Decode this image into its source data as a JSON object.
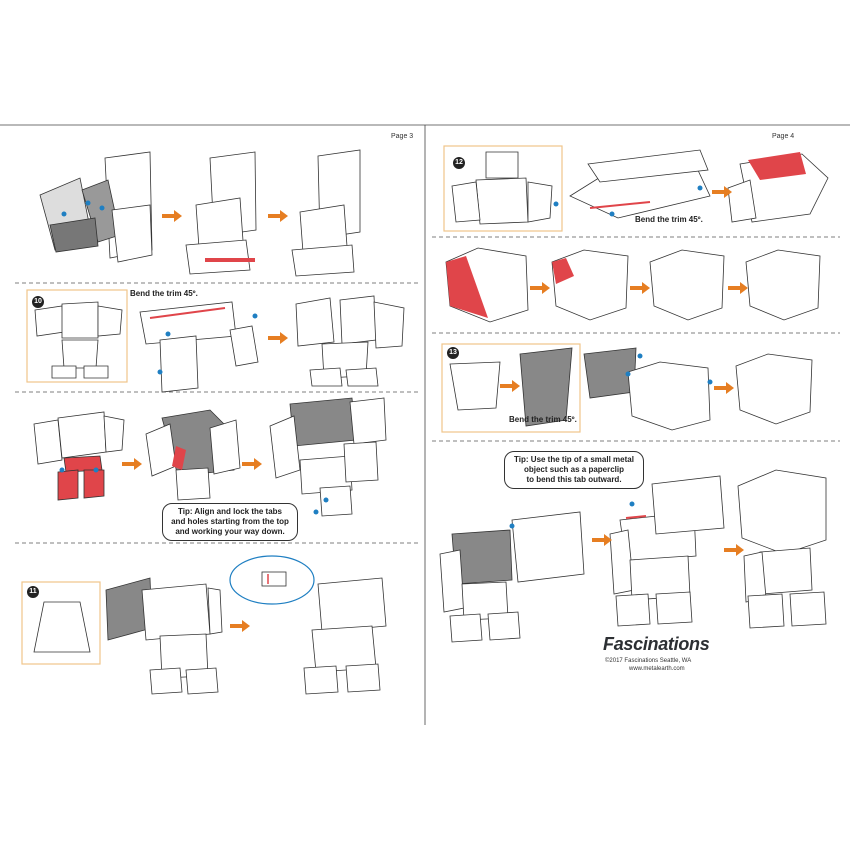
{
  "pages": {
    "left": {
      "label": "Page 3"
    },
    "right": {
      "label": "Page 4"
    }
  },
  "steps": {
    "s10": {
      "number": "10",
      "callout": "Bend the trim 45º."
    },
    "s11": {
      "number": "11"
    },
    "s12": {
      "number": "12",
      "callout": "Bend the trim 45º."
    },
    "s13": {
      "number": "13",
      "callout": "Bend the trim 45º."
    }
  },
  "tips": {
    "tip1": {
      "line1": "Tip: Align and lock the tabs",
      "line2": "and holes starting from the top",
      "line3": "and working your way down."
    },
    "tip2": {
      "line1": "Tip: Use the tip of a small metal",
      "line2": "object such as a paperclip",
      "line3": "to bend this tab outward."
    }
  },
  "brand": {
    "name": "Fascinations",
    "copyright": "©2017 Fascinations Seattle, WA",
    "website": "www.metalearth.com"
  },
  "colors": {
    "accent_orange": "#e67e22",
    "highlight_red": "#e0454a",
    "marker_blue": "#1f7fc2",
    "step_box": "#f0c48a",
    "divider": "#555555"
  }
}
